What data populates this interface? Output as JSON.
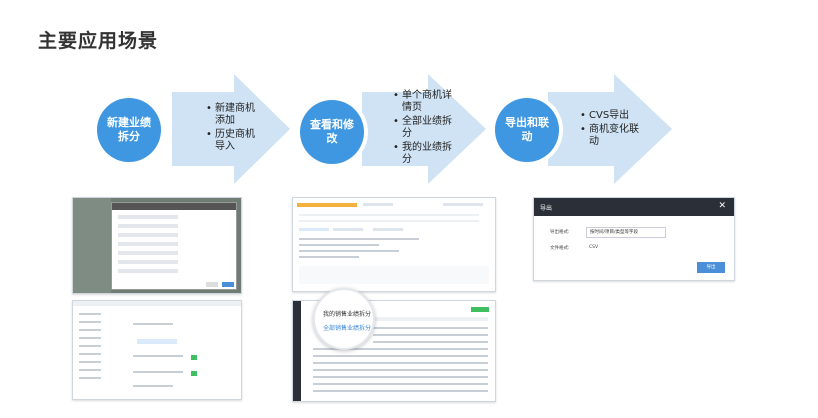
{
  "title": "主要应用场景",
  "colors": {
    "circle": "#3f97e2",
    "arrow": "#cfe3f5",
    "bullet_text": "#222222"
  },
  "steps": [
    {
      "circle": "新建业绩拆分",
      "bullets": [
        "新建商机添加",
        "历史商机导入"
      ]
    },
    {
      "circle": "查看和修改",
      "bullets": [
        "单个商机详情页",
        "全部业绩拆分",
        "我的业绩拆分"
      ]
    },
    {
      "circle": "导出和联动",
      "bullets": [
        "CVS导出",
        "商机变化联动"
      ]
    }
  ],
  "export_dialog": {
    "title": "导出",
    "close": "✕",
    "format_label": "导出格式:",
    "format_value": "按时间/项目/类型等字段",
    "filetype_label": "文件格式:",
    "filetype_value": "CSV",
    "button": "导出"
  },
  "magnifier": {
    "line1": "我的销售业绩拆分",
    "line2": "全部销售业绩拆分"
  }
}
